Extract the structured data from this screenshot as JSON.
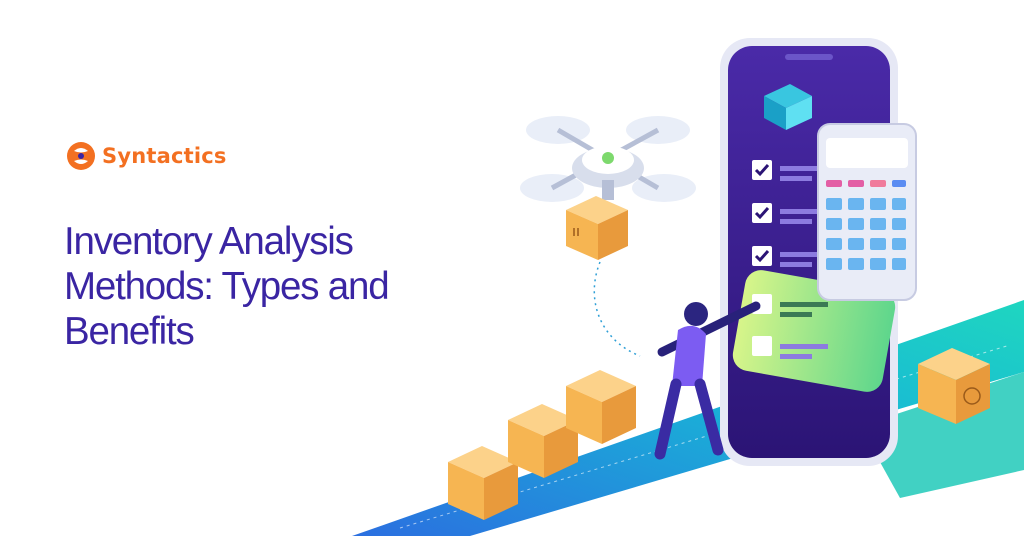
{
  "brand": {
    "name": "Syntactics",
    "logo_icon": "syntactics-swirl-icon",
    "color": "#f37021"
  },
  "headline": {
    "line1": "Inventory Analysis",
    "line2": "Methods: Types and",
    "line3": "Benefits",
    "color": "#3a25a3"
  },
  "illustration": {
    "phone_checklist": {
      "checked": [
        true,
        true,
        true,
        false,
        false
      ]
    },
    "box_icon": "upward-arrows-icon",
    "palette": {
      "box": "#f6b552",
      "phone_screen": "#3b1f96",
      "conveyor": "#1fc7c2",
      "highlight": "#b8f077"
    }
  }
}
